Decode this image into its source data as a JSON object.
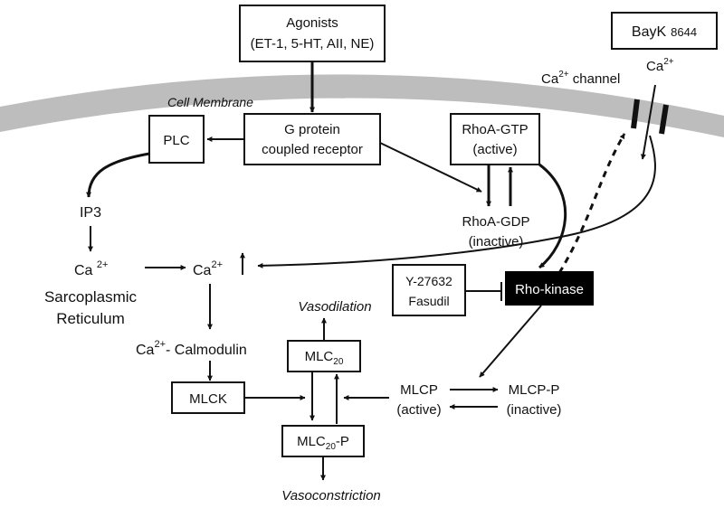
{
  "membrane_label": "Cell Membrane",
  "agonists": {
    "title": "Agonists",
    "list": "(ET-1, 5-HT, AII, NE)"
  },
  "bayk": {
    "name": "BayK",
    "num": "8644"
  },
  "ca_channel": {
    "prefix": "Ca",
    "sup": "2+",
    "suffix": " channel"
  },
  "ca_outside": {
    "base": "Ca",
    "sup": "2+"
  },
  "plc": "PLC",
  "gpcr": {
    "line1": "G protein",
    "line2": "coupled receptor"
  },
  "rhoa_gtp": {
    "line1": "RhoA-GTP",
    "line2": "(active)"
  },
  "rhoa_gdp": {
    "line1": "RhoA-GDP",
    "line2": "(inactive)"
  },
  "ip3": "IP3",
  "ca_sr": {
    "base": "Ca ",
    "sup": "2+"
  },
  "sarco": {
    "line1": "Sarcoplasmic",
    "line2": "Reticulum"
  },
  "ca_cyto": {
    "base": "Ca",
    "sup": "2+"
  },
  "inhibitor": {
    "line1": "Y-27632",
    "line2": "Fasudil"
  },
  "rho_kinase": "Rho-kinase",
  "calmodulin": {
    "base": "Ca",
    "sup": "2+",
    "suffix": "- Calmodulin"
  },
  "vasodilation": "Vasodilation",
  "vasoconstriction": "Vasoconstriction",
  "mlc20": {
    "base": "MLC",
    "sub": "20"
  },
  "mlc20p": {
    "base": "MLC",
    "sub": "20",
    "suffix": "-P"
  },
  "mlck": "MLCK",
  "mlcp": {
    "line1": "MLCP",
    "line2": "(active)"
  },
  "mlcpp": {
    "line1": "MLCP-P",
    "line2": "(inactive)"
  },
  "colors": {
    "membrane": "#bdbdbd",
    "rho_kinase_fill": "#000000",
    "rho_kinase_text": "#ffffff"
  }
}
